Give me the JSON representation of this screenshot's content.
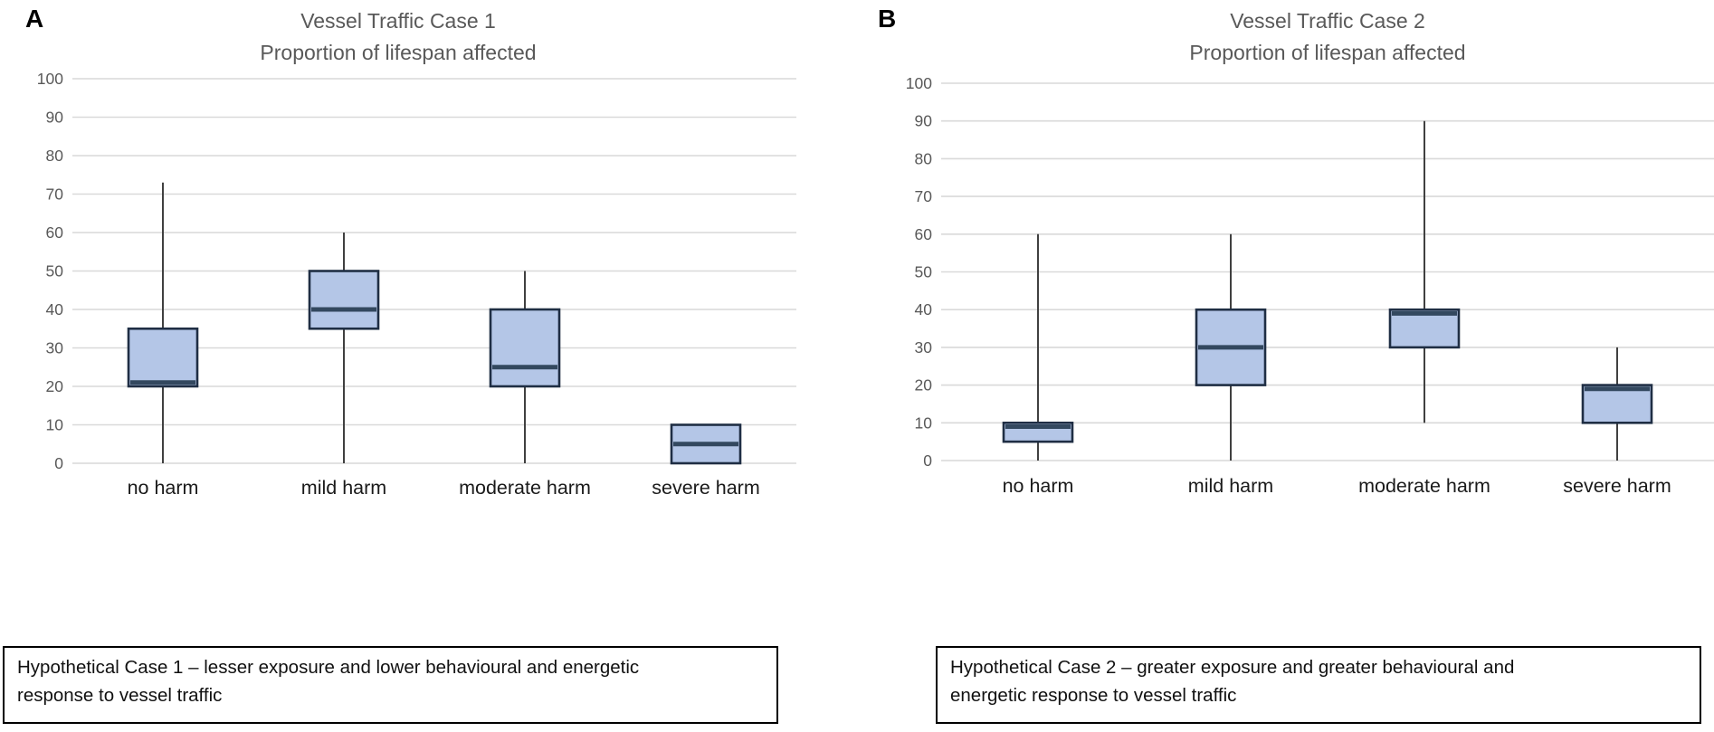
{
  "figure": {
    "panels": [
      {
        "letter": "A",
        "title_line1": "Vessel Traffic Case 1",
        "title_line2": "Proportion of lifespan affected",
        "caption_line1": "Hypothetical Case 1 – lesser exposure and lower behavioural and energetic",
        "caption_line2": "response to vessel traffic"
      },
      {
        "letter": "B",
        "title_line1": "Vessel Traffic Case 2",
        "title_line2": "Proportion of lifespan affected",
        "caption_line1": "Hypothetical Case 2 – greater exposure and greater behavioural and",
        "caption_line2": "energetic response to vessel traffic"
      }
    ]
  },
  "chart_data": [
    {
      "type": "boxplot",
      "title": "Vessel Traffic Case 1 — Proportion of lifespan affected",
      "categories": [
        "no harm",
        "mild harm",
        "moderate harm",
        "severe harm"
      ],
      "ylim": [
        0,
        100
      ],
      "ytick_interval": 10,
      "grid": true,
      "legend": "none",
      "series": [
        {
          "name": "no harm",
          "min": 0,
          "q1": 20,
          "median": 21,
          "q3": 35,
          "max": 73
        },
        {
          "name": "mild harm",
          "min": 0,
          "q1": 35,
          "median": 40,
          "q3": 50,
          "max": 60
        },
        {
          "name": "moderate harm",
          "min": 0,
          "q1": 20,
          "median": 25,
          "q3": 40,
          "max": 50
        },
        {
          "name": "severe harm",
          "min": 0,
          "q1": 0,
          "median": 5,
          "q3": 10,
          "max": 10
        }
      ]
    },
    {
      "type": "boxplot",
      "title": "Vessel Traffic Case 2 — Proportion of lifespan affected",
      "categories": [
        "no harm",
        "mild harm",
        "moderate harm",
        "severe harm"
      ],
      "ylim": [
        0,
        100
      ],
      "ytick_interval": 10,
      "grid": true,
      "legend": "none",
      "series": [
        {
          "name": "no harm",
          "min": 0,
          "q1": 5,
          "median": 9,
          "q3": 10,
          "max": 60
        },
        {
          "name": "mild harm",
          "min": 0,
          "q1": 20,
          "median": 30,
          "q3": 40,
          "max": 60
        },
        {
          "name": "moderate harm",
          "min": 10,
          "q1": 30,
          "median": 39,
          "q3": 40,
          "max": 90
        },
        {
          "name": "severe harm",
          "min": 0,
          "q1": 10,
          "median": 19,
          "q3": 20,
          "max": 30
        }
      ]
    }
  ],
  "colors": {
    "box_fill": "#b4c6e7",
    "box_border": "#1f2e44",
    "median": "#33485f",
    "whisker": "#404040",
    "gridline": "#d9d9d9",
    "tick_label": "#595959",
    "category_label": "#1a1a1a",
    "title": "#595959"
  }
}
